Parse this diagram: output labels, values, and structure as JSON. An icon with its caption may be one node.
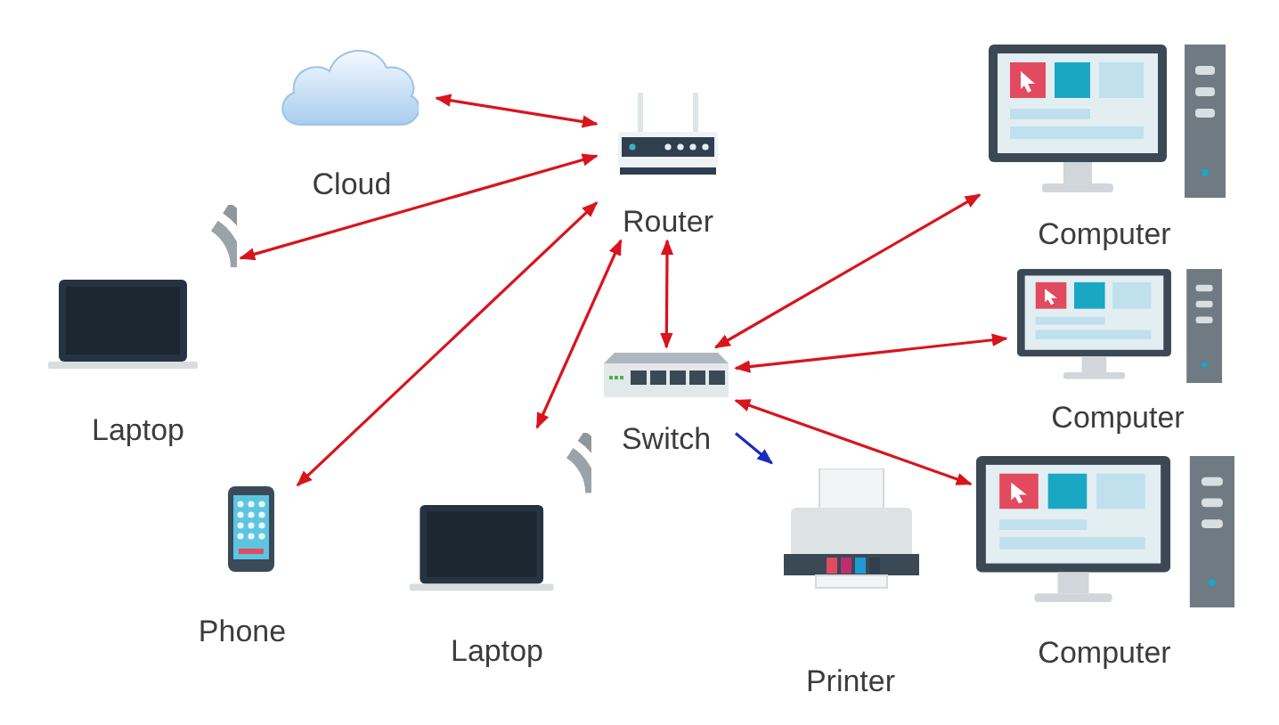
{
  "diagram": {
    "nodes": [
      {
        "text": [
          "Cloud"
        ]
      },
      {
        "text": [
          "Router"
        ]
      },
      {
        "text": [
          "Laptop"
        ]
      },
      {
        "text": [
          "Switch"
        ]
      },
      {
        "text": [
          "Phone"
        ]
      },
      {
        "text": [
          "Laptop"
        ]
      },
      {
        "text": [
          "Printer"
        ]
      },
      {
        "text": [
          "Computer"
        ]
      },
      {
        "text": [
          "Computer"
        ]
      },
      {
        "text": [
          "Computer"
        ]
      }
    ],
    "edges": [
      {
        "from": 0,
        "to": 1,
        "arrow": "both"
      },
      {
        "from": 1,
        "to": 2,
        "arrow": "both"
      },
      {
        "from": 1,
        "to": 4,
        "arrow": "both"
      },
      {
        "from": 1,
        "to": 5,
        "arrow": "both"
      },
      {
        "from": 1,
        "to": 3,
        "arrow": "both"
      },
      {
        "from": 3,
        "to": 7,
        "arrow": "both"
      },
      {
        "from": 3,
        "to": 8,
        "arrow": "both"
      },
      {
        "from": 3,
        "to": 9,
        "arrow": "both"
      },
      {
        "from": 3,
        "to": 6,
        "arrow": "to",
        "color": "#1a2bc0"
      }
    ]
  }
}
